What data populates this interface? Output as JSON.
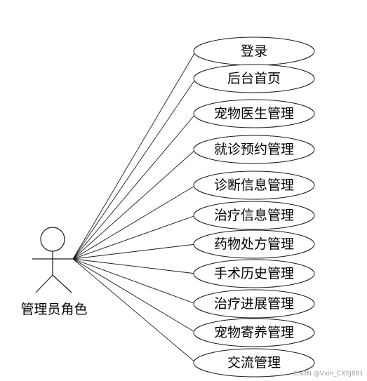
{
  "actor": {
    "label": "管理员角色"
  },
  "use_cases": [
    {
      "label": "登录"
    },
    {
      "label": "后台首页"
    },
    {
      "label": "宠物医生管理"
    },
    {
      "label": "就诊预约管理"
    },
    {
      "label": "诊断信息管理"
    },
    {
      "label": "治疗信息管理"
    },
    {
      "label": "药物处方管理"
    },
    {
      "label": "手术历史管理"
    },
    {
      "label": "治疗进展管理"
    },
    {
      "label": "宠物寄养管理"
    },
    {
      "label": "交流管理"
    }
  ],
  "watermark": "CSDN @Vxin_CXSJ881"
}
